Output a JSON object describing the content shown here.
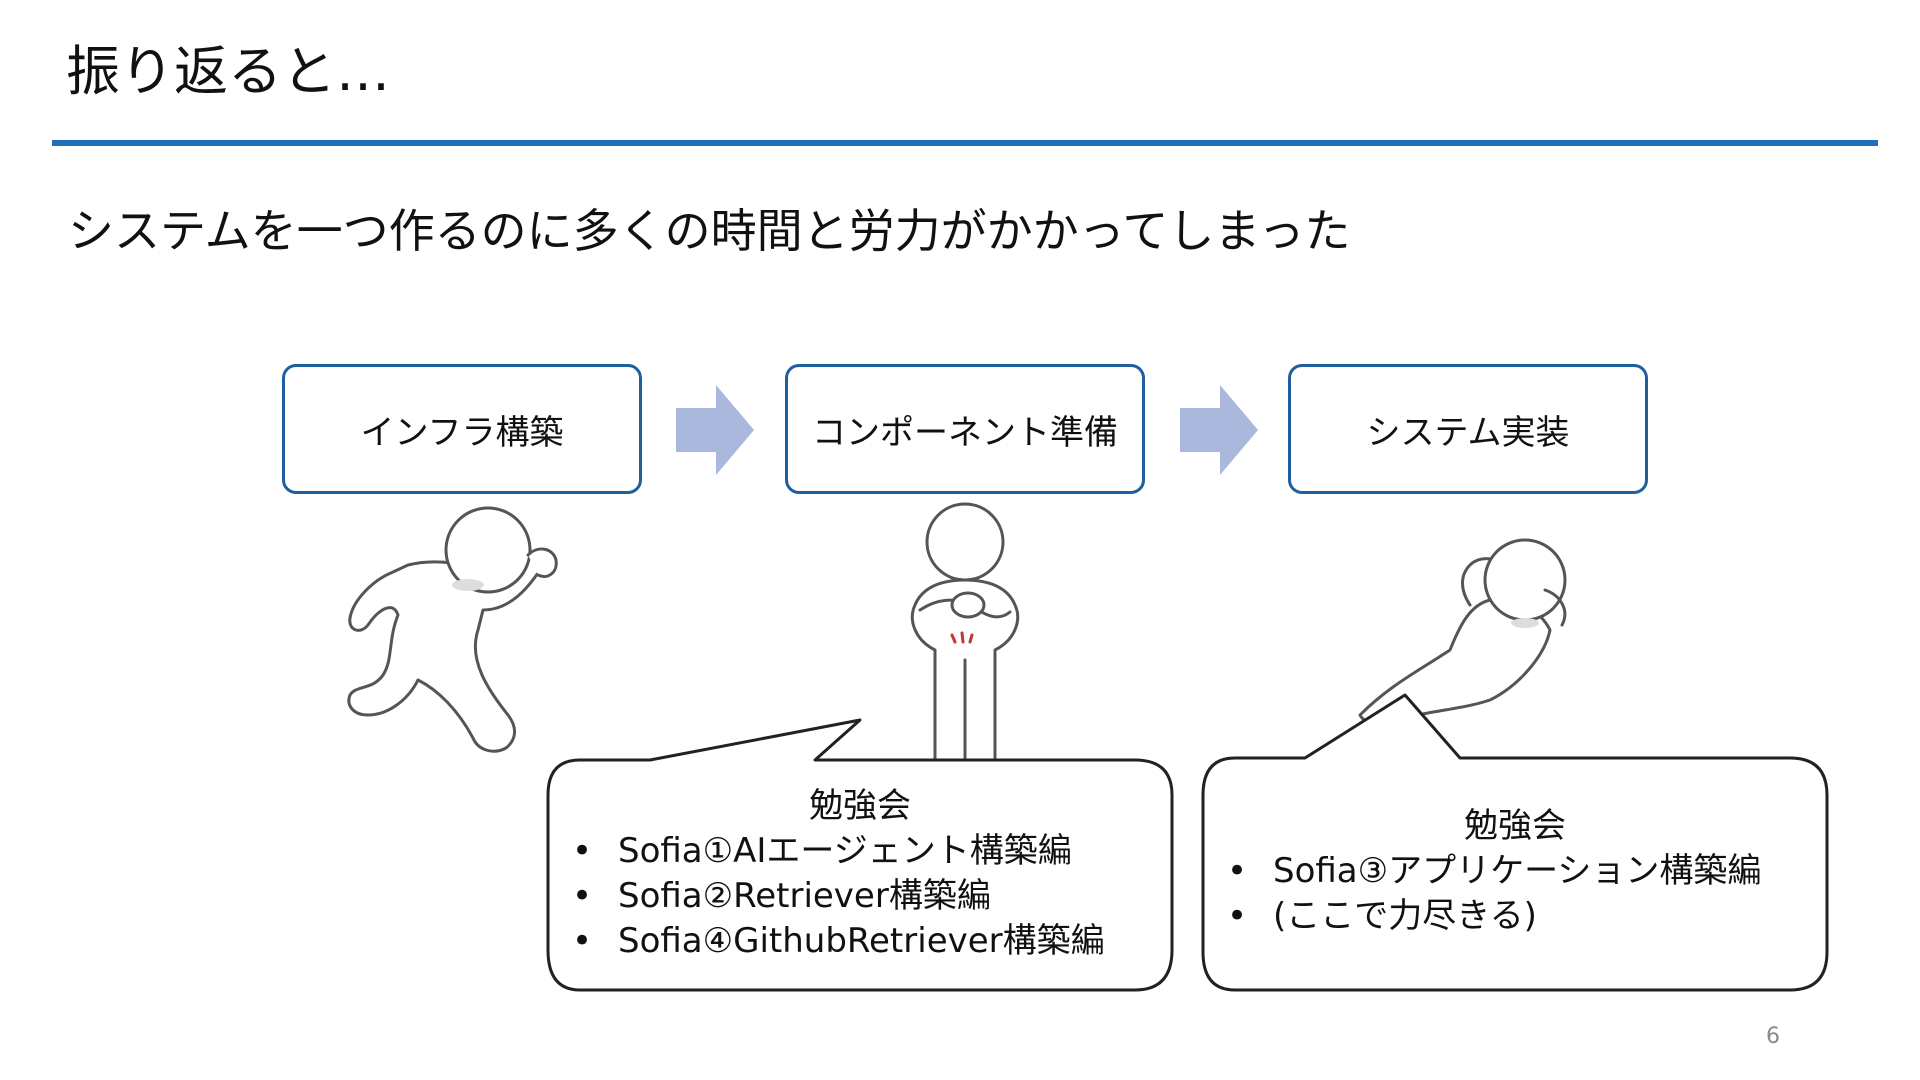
{
  "slide": {
    "title": "振り返ると…",
    "subtitle": "システムを一つ作るのに多くの時間と労力がかかってしまった",
    "page_number": "6",
    "accent_color": "#1F6FBF"
  },
  "steps": [
    {
      "label": "インフラ構築"
    },
    {
      "label": "コンポーネント準備"
    },
    {
      "label": "システム実装"
    }
  ],
  "arrows": {
    "color": "#A9B8DC"
  },
  "bubbles": [
    {
      "heading": "勉強会",
      "items": [
        "Sofia①AIエージェント構築編",
        "Sofia②Retriever構築編",
        "Sofia④GithubRetriever構築編"
      ]
    },
    {
      "heading": "勉強会",
      "items": [
        "Sofia③アプリケーション構築編",
        "(ここで力尽きる)"
      ]
    }
  ]
}
